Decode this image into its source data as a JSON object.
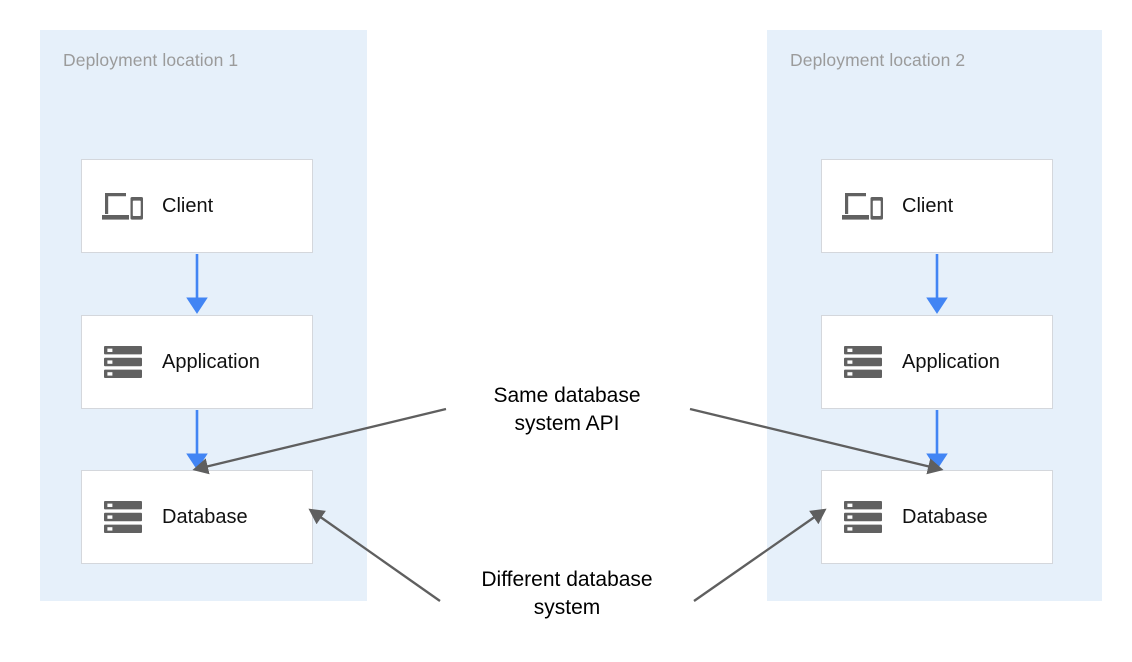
{
  "diagram": {
    "title": "Same database system API across two deployment locations",
    "background": "#ffffff",
    "panel_color": "#e6f0fa",
    "arrow_color": "#4285f4",
    "annotation_color": "#5f5f5f",
    "icon_color": "#616161",
    "panel_title_color": "#9b9b9b"
  },
  "panels": [
    {
      "title": "Deployment location 1",
      "nodes": [
        {
          "label": "Client",
          "icon": "devices-icon"
        },
        {
          "label": "Application",
          "icon": "server-stack-icon"
        },
        {
          "label": "Database",
          "icon": "server-stack-icon"
        }
      ]
    },
    {
      "title": "Deployment location 2",
      "nodes": [
        {
          "label": "Client",
          "icon": "devices-icon"
        },
        {
          "label": "Application",
          "icon": "server-stack-icon"
        },
        {
          "label": "Database",
          "icon": "server-stack-icon"
        }
      ]
    }
  ],
  "annotations": [
    {
      "text": "Same database\nsystem API"
    },
    {
      "text": "Different database\nsystem"
    }
  ]
}
